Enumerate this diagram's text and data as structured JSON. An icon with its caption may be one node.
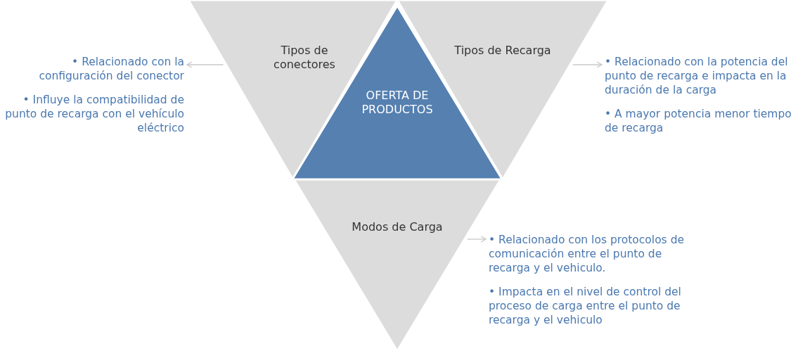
{
  "diagram": {
    "nodes": [
      {
        "text": [
          "Tipos de conectores"
        ]
      },
      {
        "text": [
          "Tipos de Recarga"
        ]
      },
      {
        "text": [
          "OFERTA DE PRODUCTOS"
        ]
      },
      {
        "text": [
          "Modos de Carga"
        ]
      },
      {
        "text": [
          "• Relacionado con la configuración del conector",
          "• Influye la compatibilidad de punto de recarga con el vehículo eléctrico"
        ]
      },
      {
        "text": [
          "• Relacionado con la potencia del punto de recarga e impacta en la duración de la carga",
          "• A mayor potencia menor tiempo de recarga"
        ]
      },
      {
        "text": [
          "• Relacionado con los protocolos de comunicación entre el punto de recarga y el vehiculo.",
          "• Impacta en el nivel de control del proceso de carga entre el punto de recarga y el vehiculo"
        ]
      }
    ],
    "edges": [
      {
        "from": 0,
        "to": 4,
        "arrow": "to"
      },
      {
        "from": 1,
        "to": 5,
        "arrow": "to"
      },
      {
        "from": 3,
        "to": 6,
        "arrow": "to"
      }
    ]
  }
}
